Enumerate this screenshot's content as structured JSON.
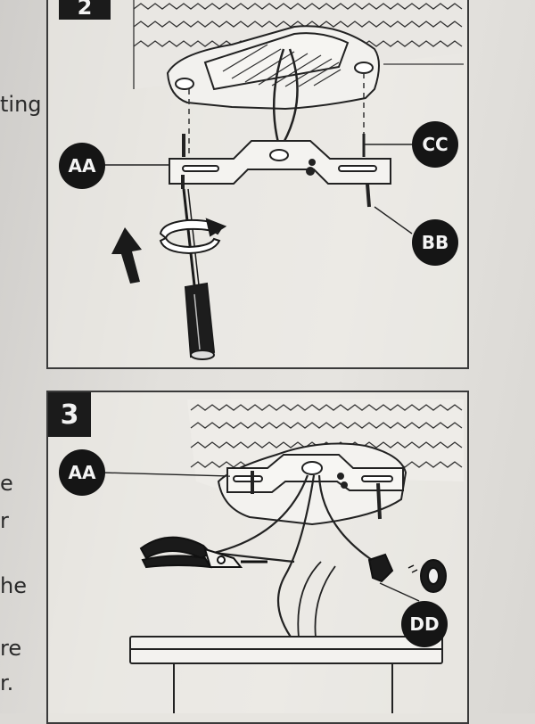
{
  "steps": [
    {
      "number": "2"
    },
    {
      "number": "3"
    }
  ],
  "side_text": [
    "ting",
    "e",
    "r",
    "he",
    "re",
    "r."
  ],
  "callouts": {
    "aa_step2": "AA",
    "cc": "CC",
    "bb": "BB",
    "aa_step3": "AA",
    "dd": "DD"
  },
  "icons": [
    "screwdriver-icon",
    "rotate-arrow-icon",
    "up-arrow-icon",
    "pliers-icon",
    "wire-nut-icon"
  ]
}
